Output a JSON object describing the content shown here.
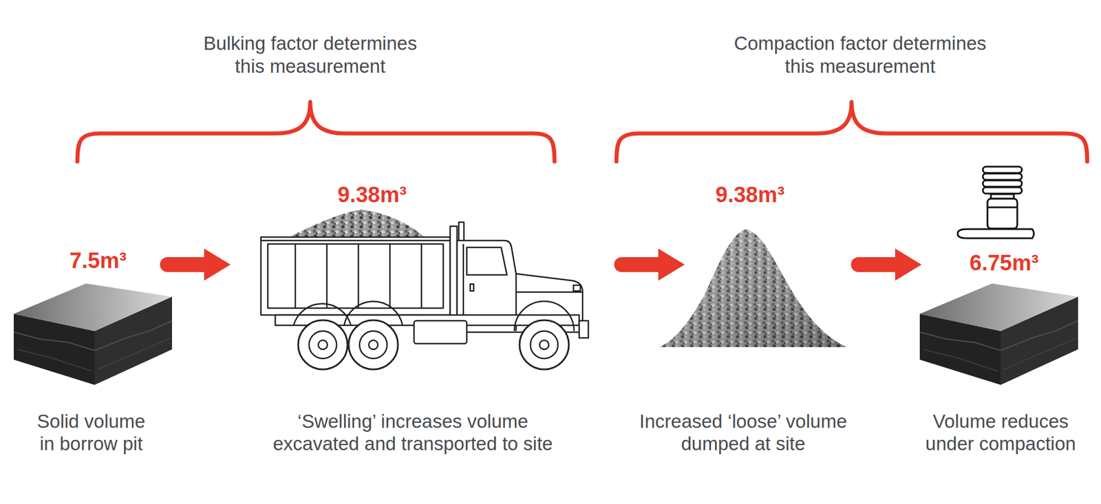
{
  "diagram": {
    "nodes": [
      {
        "text": [
          "7.5m³",
          "Solid volume in borrow pit"
        ]
      },
      {
        "text": [
          "9.38m³",
          "‘Swelling’ increases volume excavated and transported to site"
        ]
      },
      {
        "text": [
          "9.38m³",
          "Increased ‘loose’ volume dumped at site"
        ]
      },
      {
        "text": [
          "6.75m³",
          "Volume reduces under compaction"
        ]
      }
    ],
    "edges": [
      {
        "from": 0,
        "to": 1,
        "arrow": "to"
      },
      {
        "from": 1,
        "to": 2,
        "arrow": "to"
      },
      {
        "from": 2,
        "to": 3,
        "arrow": "to"
      }
    ],
    "labels": [
      "Bulking factor determines this measurement",
      "Compaction factor determines this measurement"
    ]
  }
}
